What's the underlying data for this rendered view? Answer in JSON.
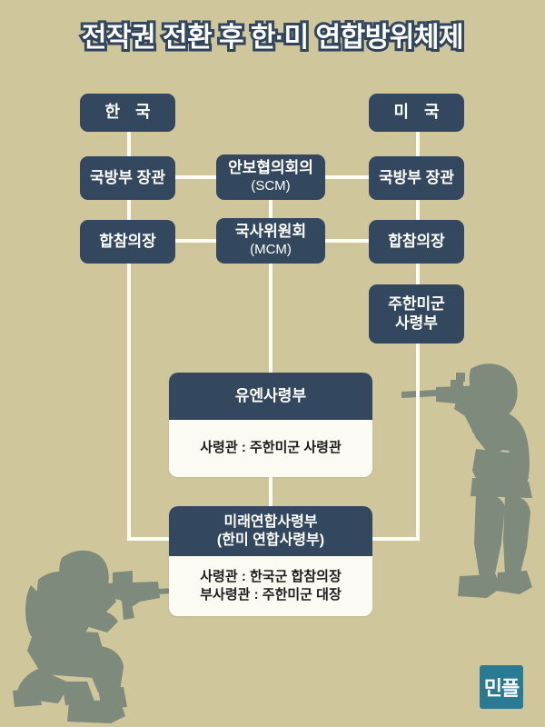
{
  "title": "전작권 전환 후 한·미 연합방위체제",
  "colors": {
    "background": "#cfc69c",
    "box": "#33485e",
    "line": "#fdfdf6",
    "card_body": "#fbfbf4",
    "silhouette": "#7d8a7c",
    "logo": "#2b7a93",
    "title_text": "#ffffff",
    "title_outline": "#33485e"
  },
  "left_column": {
    "country": "한 국",
    "minister": "국방부 장관",
    "chairman": "합참의장"
  },
  "right_column": {
    "country": "미 국",
    "minister": "국방부 장관",
    "chairman": "합참의장",
    "usfk_line1": "주한미군",
    "usfk_line2": "사령부"
  },
  "center_column": {
    "scm_title": "안보협의회의",
    "scm_abbr": "(SCM)",
    "mcm_title": "국사위원회",
    "mcm_abbr": "(MCM)"
  },
  "unc_card": {
    "header": "유엔사령부",
    "body_line1": "사령관 : 주한미군 사령관"
  },
  "cfc_card": {
    "header_line1": "미래연합사령부",
    "header_line2": "(한미 연합사령부)",
    "body_line1": "사령관 : 한국군 합참의장",
    "body_line2": "부사령관 : 주한미군 대장"
  },
  "logo": {
    "text": "민플"
  },
  "decorations": {
    "soldier_left": "kneeling-soldier-silhouette",
    "soldier_right": "standing-soldier-silhouette"
  }
}
